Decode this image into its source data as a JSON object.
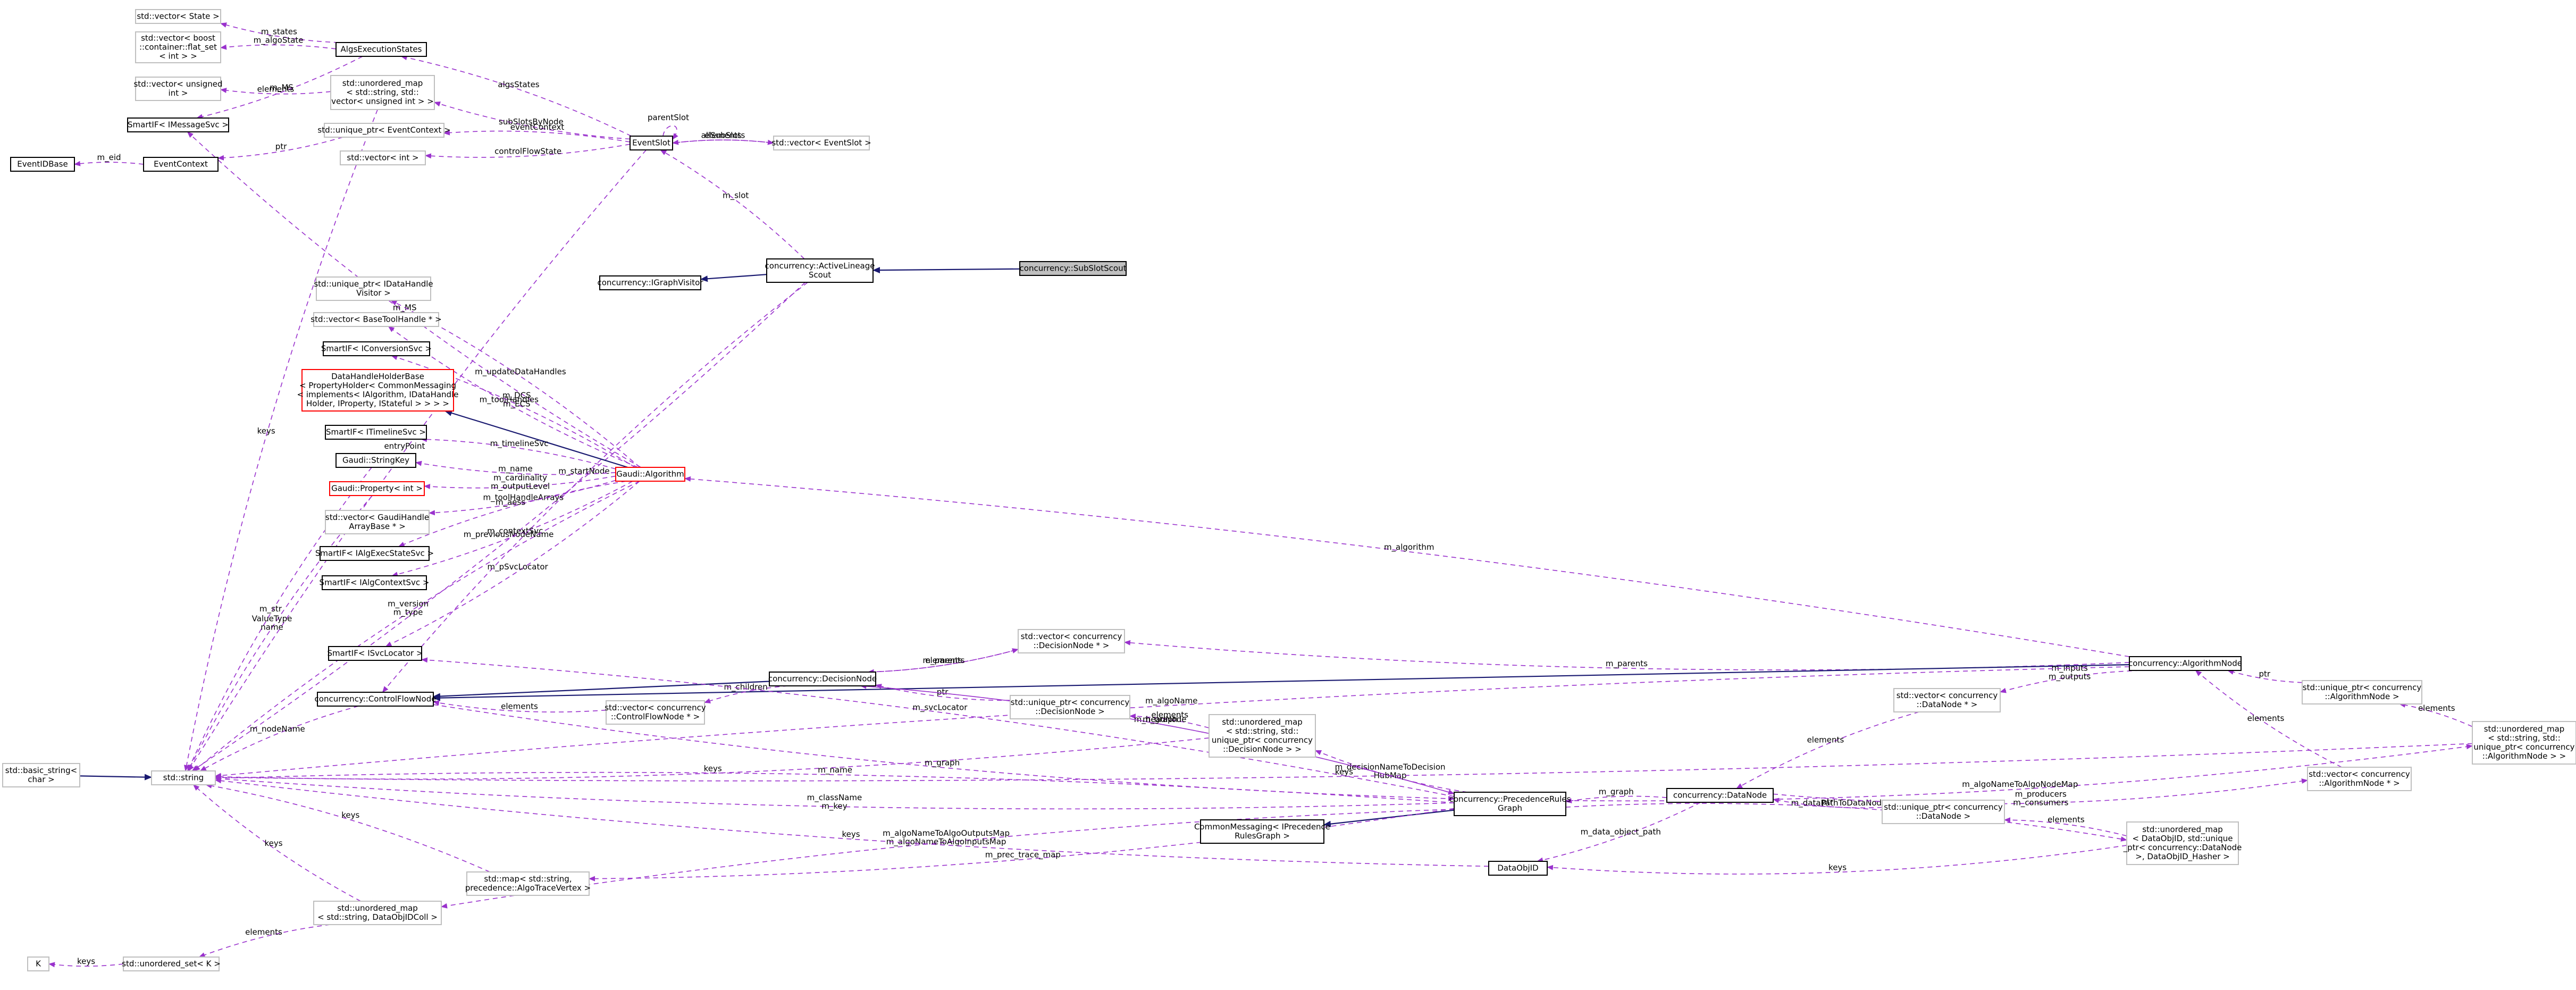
{
  "colors": {
    "usage_edge": "#9a32cd",
    "inherit_edge": "#191970",
    "node_border": "#000000",
    "gray_border": "#bfbfbf",
    "red_border": "#ff0000",
    "selected_fill": "#bfbfbf"
  },
  "nodes": [
    {
      "id": "vec_state",
      "lines": [
        "std::vector< State >"
      ],
      "style": "gray"
    },
    {
      "id": "bitset",
      "lines": [
        "std::vector< boost",
        "::container::flat_set",
        "< int > >"
      ],
      "style": "gray"
    },
    {
      "id": "vec_uint",
      "lines": [
        "std::vector< unsigned",
        "int >"
      ],
      "style": "gray"
    },
    {
      "id": "sp_msg",
      "lines": [
        "SmartIF< IMessageSvc >"
      ],
      "style": "normal"
    },
    {
      "id": "eidbase",
      "lines": [
        "EventIDBase"
      ],
      "style": "normal"
    },
    {
      "id": "evctx",
      "lines": [
        "EventContext"
      ],
      "style": "normal"
    },
    {
      "id": "algexec",
      "lines": [
        "AlgsExecutionStates"
      ],
      "style": "normal"
    },
    {
      "id": "umap_slots",
      "lines": [
        "std::unordered_map",
        "< std::string, std::",
        "vector< unsigned int > >"
      ],
      "style": "gray"
    },
    {
      "id": "uptr_ctx",
      "lines": [
        "std::unique_ptr< EventContext >"
      ],
      "style": "gray"
    },
    {
      "id": "vec_intp",
      "lines": [
        "std::vector< int >"
      ],
      "style": "gray"
    },
    {
      "id": "evslot",
      "lines": [
        "EventSlot"
      ],
      "style": "normal"
    },
    {
      "id": "vec_evslot",
      "lines": [
        "std::vector< EventSlot >"
      ],
      "style": "gray"
    },
    {
      "id": "ale_scout",
      "lines": [
        "concurrency::ActiveLineage",
        "Scout"
      ],
      "style": "normal"
    },
    {
      "id": "subslot_scout",
      "lines": [
        "concurrency::SubSlotScout"
      ],
      "style": "selected"
    },
    {
      "id": "igraphvisitor",
      "lines": [
        "concurrency::IGraphVisitor"
      ],
      "style": "normal"
    },
    {
      "id": "uptr_dhv",
      "lines": [
        "std::unique_ptr< IDataHandle",
        "Visitor >"
      ],
      "style": "gray"
    },
    {
      "id": "vec_tool",
      "lines": [
        "std::vector< BaseToolHandle * >"
      ],
      "style": "gray"
    },
    {
      "id": "sp_conv",
      "lines": [
        "SmartIF< IConversionSvc >"
      ],
      "style": "normal"
    },
    {
      "id": "dhholder",
      "lines": [
        "DataHandleHolderBase",
        "< PropertyHolder< CommonMessaging",
        "< implements< IAlgorithm, IDataHandle",
        "Holder, IProperty, IStateful > > > >"
      ],
      "style": "red"
    },
    {
      "id": "sp_timeline",
      "lines": [
        "SmartIF< ITimelineSvc >"
      ],
      "style": "normal"
    },
    {
      "id": "stringkey",
      "lines": [
        "Gaudi::StringKey"
      ],
      "style": "normal"
    },
    {
      "id": "prop_int",
      "lines": [
        "Gaudi::Property< int >"
      ],
      "style": "red"
    },
    {
      "id": "vec_gdha",
      "lines": [
        "std::vector< GaudiHandle",
        "ArrayBase * >"
      ],
      "style": "gray"
    },
    {
      "id": "sp_algexec",
      "lines": [
        "SmartIF< IAlgExecStateSvc >"
      ],
      "style": "normal"
    },
    {
      "id": "sp_algctx",
      "lines": [
        "SmartIF< IAlgContextSvc >"
      ],
      "style": "normal"
    },
    {
      "id": "gaudi_alg",
      "lines": [
        "Gaudi::Algorithm"
      ],
      "style": "red"
    },
    {
      "id": "sp_svcloc",
      "lines": [
        "SmartIF< ISvcLocator >"
      ],
      "style": "normal"
    },
    {
      "id": "cfnode",
      "lines": [
        "concurrency::ControlFlowNode"
      ],
      "style": "normal"
    },
    {
      "id": "vec_cfn",
      "lines": [
        "std::vector< concurrency",
        "::ControlFlowNode * >"
      ],
      "style": "gray"
    },
    {
      "id": "decnode",
      "lines": [
        "concurrency::DecisionNode"
      ],
      "style": "normal"
    },
    {
      "id": "vec_decn",
      "lines": [
        "std::vector< concurrency",
        "::DecisionNode * >"
      ],
      "style": "gray"
    },
    {
      "id": "uptr_decn",
      "lines": [
        "std::unique_ptr< concurrency",
        "::DecisionNode >"
      ],
      "style": "gray"
    },
    {
      "id": "umap_decn",
      "lines": [
        "std::unordered_map",
        "< std::string, std::",
        "unique_ptr< concurrency",
        "::DecisionNode > >"
      ],
      "style": "gray"
    },
    {
      "id": "basic_string",
      "lines": [
        "std::basic_string<",
        "char >"
      ],
      "style": "gray"
    },
    {
      "id": "stdstring",
      "lines": [
        "std::string"
      ],
      "style": "gray"
    },
    {
      "id": "cm_prg",
      "lines": [
        "CommonMessaging< IPrecedence",
        "RulesGraph >"
      ],
      "style": "normal"
    },
    {
      "id": "prg",
      "lines": [
        "concurrency::PrecedenceRules",
        "Graph"
      ],
      "style": "normal"
    },
    {
      "id": "map_trace",
      "lines": [
        "std::map< std::string,",
        "precedence::AlgoTraceVertex >"
      ],
      "style": "gray"
    },
    {
      "id": "umap_dataobj",
      "lines": [
        "std::unordered_map",
        "< std::string, DataObjIDColl >"
      ],
      "style": "gray"
    },
    {
      "id": "key_k",
      "lines": [
        "K"
      ],
      "style": "gray"
    },
    {
      "id": "uset_k",
      "lines": [
        "std::unordered_set< K >"
      ],
      "style": "gray"
    },
    {
      "id": "dataobjid",
      "lines": [
        "DataObjID"
      ],
      "style": "normal"
    },
    {
      "id": "datanode",
      "lines": [
        "concurrency::DataNode"
      ],
      "style": "normal"
    },
    {
      "id": "vec_datan",
      "lines": [
        "std::vector< concurrency",
        "::DataNode * >"
      ],
      "style": "gray"
    },
    {
      "id": "uptr_datan",
      "lines": [
        "std::unique_ptr< concurrency",
        "::DataNode >"
      ],
      "style": "gray"
    },
    {
      "id": "umap_datan",
      "lines": [
        "std::unordered_map",
        "< DataObjID, std::unique",
        "_ptr< concurrency::DataNode",
        ">, DataObjID_Hasher >"
      ],
      "style": "gray"
    },
    {
      "id": "algnode",
      "lines": [
        "concurrency::AlgorithmNode"
      ],
      "style": "normal"
    },
    {
      "id": "uptr_algn",
      "lines": [
        "std::unique_ptr< concurrency",
        "::AlgorithmNode >"
      ],
      "style": "gray"
    },
    {
      "id": "vec_algn",
      "lines": [
        "std::vector< concurrency",
        "::AlgorithmNode * >"
      ],
      "style": "gray"
    },
    {
      "id": "umap_algn",
      "lines": [
        "std::unordered_map",
        "< std::string, std::",
        "unique_ptr< concurrency",
        "::AlgorithmNode > >"
      ],
      "style": "gray"
    }
  ],
  "edges": [
    {
      "from": "algexec",
      "to": "vec_state",
      "kind": "usage",
      "label": [
        "m_states"
      ]
    },
    {
      "from": "algexec",
      "to": "bitset",
      "kind": "usage",
      "label": [
        "m_algoState"
      ]
    },
    {
      "from": "umap_slots",
      "to": "vec_uint",
      "kind": "usage",
      "label": [
        "elements"
      ]
    },
    {
      "from": "umap_slots",
      "to": "stdstring",
      "kind": "usage",
      "label": [
        "keys"
      ]
    },
    {
      "from": "algexec",
      "to": "sp_msg",
      "kind": "usage",
      "label": [
        "m_MS"
      ]
    },
    {
      "from": "evctx",
      "to": "eidbase",
      "kind": "usage",
      "label": [
        "m_eid"
      ]
    },
    {
      "from": "uptr_ctx",
      "to": "evctx",
      "kind": "usage",
      "label": [
        "ptr"
      ]
    },
    {
      "from": "evslot",
      "to": "algexec",
      "kind": "usage",
      "label": [
        "algsStates"
      ]
    },
    {
      "from": "evslot",
      "to": "umap_slots",
      "kind": "usage",
      "label": [
        "subSlotsByNode"
      ]
    },
    {
      "from": "evslot",
      "to": "uptr_ctx",
      "kind": "usage",
      "label": [
        "eventContext"
      ]
    },
    {
      "from": "evslot",
      "to": "vec_intp",
      "kind": "usage",
      "label": [
        "controlFlowState"
      ]
    },
    {
      "from": "evslot",
      "to": "stdstring",
      "kind": "usage",
      "label": [
        "entryPoint"
      ]
    },
    {
      "from": "evslot",
      "to": "evslot",
      "kind": "usage",
      "label": [
        "parentSlot"
      ]
    },
    {
      "from": "vec_evslot",
      "to": "evslot",
      "kind": "usage",
      "label": [
        "elements"
      ]
    },
    {
      "from": "evslot",
      "to": "vec_evslot",
      "kind": "usage",
      "label": [
        "allSubSlots"
      ]
    },
    {
      "from": "ale_scout",
      "to": "evslot",
      "kind": "usage",
      "label": [
        "m_slot"
      ]
    },
    {
      "from": "subslot_scout",
      "to": "ale_scout",
      "kind": "inherit",
      "label": []
    },
    {
      "from": "ale_scout",
      "to": "igraphvisitor",
      "kind": "inherit",
      "label": []
    },
    {
      "from": "ale_scout",
      "to": "stdstring",
      "kind": "usage",
      "label": [
        "m_previousNodeName"
      ]
    },
    {
      "from": "ale_scout",
      "to": "cfnode",
      "kind": "usage",
      "label": [
        "m_startNode"
      ]
    },
    {
      "from": "gaudi_alg",
      "to": "sp_msg",
      "kind": "usage",
      "label": [
        "m_MS"
      ]
    },
    {
      "from": "gaudi_alg",
      "to": "uptr_dhv",
      "kind": "usage",
      "label": [
        "m_updateDataHandles"
      ]
    },
    {
      "from": "gaudi_alg",
      "to": "vec_tool",
      "kind": "usage",
      "label": [
        "m_toolHandles"
      ]
    },
    {
      "from": "gaudi_alg",
      "to": "sp_conv",
      "kind": "usage",
      "label": [
        "m_DCS",
        "m_ECS"
      ]
    },
    {
      "from": "gaudi_alg",
      "to": "dhholder",
      "kind": "inherit",
      "label": []
    },
    {
      "from": "gaudi_alg",
      "to": "sp_timeline",
      "kind": "usage",
      "label": [
        "m_timelineSvc"
      ]
    },
    {
      "from": "gaudi_alg",
      "to": "stringkey",
      "kind": "usage",
      "label": [
        "m_name"
      ]
    },
    {
      "from": "stringkey",
      "to": "stdstring",
      "kind": "usage",
      "label": [
        "m_str"
      ]
    },
    {
      "from": "gaudi_alg",
      "to": "prop_int",
      "kind": "usage",
      "label": [
        "m_cardinality",
        "m_outputLevel"
      ]
    },
    {
      "from": "prop_int",
      "to": "stdstring",
      "kind": "usage",
      "label": [
        "ValueType",
        "name"
      ]
    },
    {
      "from": "gaudi_alg",
      "to": "vec_gdha",
      "kind": "usage",
      "label": [
        "m_toolHandleArrays"
      ]
    },
    {
      "from": "gaudi_alg",
      "to": "sp_algexec",
      "kind": "usage",
      "label": [
        "m_aess"
      ]
    },
    {
      "from": "gaudi_alg",
      "to": "sp_algctx",
      "kind": "usage",
      "label": [
        "m_contextSvc"
      ]
    },
    {
      "from": "gaudi_alg",
      "to": "stdstring",
      "kind": "usage",
      "label": [
        "m_version",
        "m_type"
      ]
    },
    {
      "from": "gaudi_alg",
      "to": "sp_svcloc",
      "kind": "usage",
      "label": [
        "m_pSvcLocator"
      ]
    },
    {
      "from": "algnode",
      "to": "gaudi_alg",
      "kind": "usage",
      "label": [
        "m_algorithm"
      ]
    },
    {
      "from": "algnode",
      "to": "vec_decn",
      "kind": "usage",
      "label": [
        "m_parents"
      ]
    },
    {
      "from": "algnode",
      "to": "cfnode",
      "kind": "inherit",
      "label": []
    },
    {
      "from": "vec_decn",
      "to": "decnode",
      "kind": "usage",
      "label": [
        "elements"
      ]
    },
    {
      "from": "decnode",
      "to": "vec_decn",
      "kind": "usage",
      "label": [
        "m_parents"
      ]
    },
    {
      "from": "decnode",
      "to": "cfnode",
      "kind": "inherit",
      "label": []
    },
    {
      "from": "decnode",
      "to": "vec_cfn",
      "kind": "usage",
      "label": [
        "m_children"
      ]
    },
    {
      "from": "vec_cfn",
      "to": "cfnode",
      "kind": "usage",
      "label": [
        "elements"
      ]
    },
    {
      "from": "cfnode",
      "to": "stdstring",
      "kind": "usage",
      "label": [
        "m_nodeName"
      ]
    },
    {
      "from": "uptr_decn",
      "to": "decnode",
      "kind": "usage",
      "label": [
        "ptr"
      ]
    },
    {
      "from": "umap_decn",
      "to": "uptr_decn",
      "kind": "usage",
      "label": [
        "elements"
      ]
    },
    {
      "from": "umap_decn",
      "to": "stdstring",
      "kind": "usage",
      "label": [
        "keys"
      ]
    },
    {
      "from": "prg",
      "to": "decnode",
      "kind": "usage",
      "label": [
        "m_headNode"
      ]
    },
    {
      "from": "prg",
      "to": "umap_decn",
      "kind": "usage",
      "label": [
        "m_decisionNameToDecision",
        "HubMap"
      ]
    },
    {
      "from": "prg",
      "to": "sp_svcloc",
      "kind": "usage",
      "label": [
        "m_svcLocator"
      ]
    },
    {
      "from": "prg",
      "to": "cm_prg",
      "kind": "inherit",
      "label": []
    },
    {
      "from": "prg",
      "to": "stdstring",
      "kind": "usage",
      "label": [
        "m_name"
      ]
    },
    {
      "from": "prg",
      "to": "map_trace",
      "kind": "usage",
      "label": [
        "m_prec_trace_map"
      ]
    },
    {
      "from": "prg",
      "to": "umap_dataobj",
      "kind": "usage",
      "label": [
        "m_algoNameToAlgoOutputsMap",
        "m_algoNameToAlgoInputsMap"
      ]
    },
    {
      "from": "prg",
      "to": "stdstring",
      "kind": "usage",
      "label": [
        "m_className",
        "m_key"
      ]
    },
    {
      "from": "prg",
      "to": "umap_algn",
      "kind": "usage",
      "label": [
        "m_algoNameToAlgoNodeMap"
      ]
    },
    {
      "from": "prg",
      "to": "umap_datan",
      "kind": "usage",
      "label": [
        "m_dataPathToDataNodeMap"
      ]
    },
    {
      "from": "map_trace",
      "to": "stdstring",
      "kind": "usage",
      "label": [
        "keys"
      ]
    },
    {
      "from": "umap_dataobj",
      "to": "stdstring",
      "kind": "usage",
      "label": [
        "keys"
      ]
    },
    {
      "from": "umap_dataobj",
      "to": "uset_k",
      "kind": "usage",
      "label": [
        "elements"
      ]
    },
    {
      "from": "uset_k",
      "to": "key_k",
      "kind": "usage",
      "label": [
        "keys"
      ]
    },
    {
      "from": "basic_string",
      "to": "stdstring",
      "kind": "inherit",
      "label": []
    },
    {
      "from": "dataobjid",
      "to": "stdstring",
      "kind": "usage",
      "label": [
        "keys"
      ]
    },
    {
      "from": "datanode",
      "to": "prg",
      "kind": "usage",
      "label": [
        "m_graph"
      ]
    },
    {
      "from": "datanode",
      "to": "dataobjid",
      "kind": "usage",
      "label": [
        "m_data_object_path"
      ]
    },
    {
      "from": "vec_datan",
      "to": "datanode",
      "kind": "usage",
      "label": [
        "elements"
      ]
    },
    {
      "from": "uptr_datan",
      "to": "datanode",
      "kind": "usage",
      "label": [
        "ptr"
      ]
    },
    {
      "from": "umap_datan",
      "to": "uptr_datan",
      "kind": "usage",
      "label": [
        "elements"
      ]
    },
    {
      "from": "umap_datan",
      "to": "dataobjid",
      "kind": "usage",
      "label": [
        "keys"
      ]
    },
    {
      "from": "algnode",
      "to": "vec_datan",
      "kind": "usage",
      "label": [
        "m_inputs",
        "m_outputs"
      ]
    },
    {
      "from": "vec_algn",
      "to": "algnode",
      "kind": "usage",
      "label": [
        "elements"
      ]
    },
    {
      "from": "datanode",
      "to": "vec_algn",
      "kind": "usage",
      "label": [
        "m_producers",
        "m_consumers"
      ]
    },
    {
      "from": "uptr_algn",
      "to": "algnode",
      "kind": "usage",
      "label": [
        "ptr"
      ]
    },
    {
      "from": "umap_algn",
      "to": "uptr_algn",
      "kind": "usage",
      "label": [
        "elements"
      ]
    },
    {
      "from": "umap_algn",
      "to": "stdstring",
      "kind": "usage",
      "label": [
        "keys"
      ]
    },
    {
      "from": "algnode",
      "to": "stdstring",
      "kind": "usage",
      "label": [
        "m_algoName"
      ]
    },
    {
      "from": "decnode",
      "to": "prg",
      "kind": "usage",
      "label": [
        "m_graph"
      ]
    },
    {
      "from": "cfnode",
      "to": "prg",
      "kind": "usage",
      "label": [
        "m_graph"
      ]
    }
  ]
}
